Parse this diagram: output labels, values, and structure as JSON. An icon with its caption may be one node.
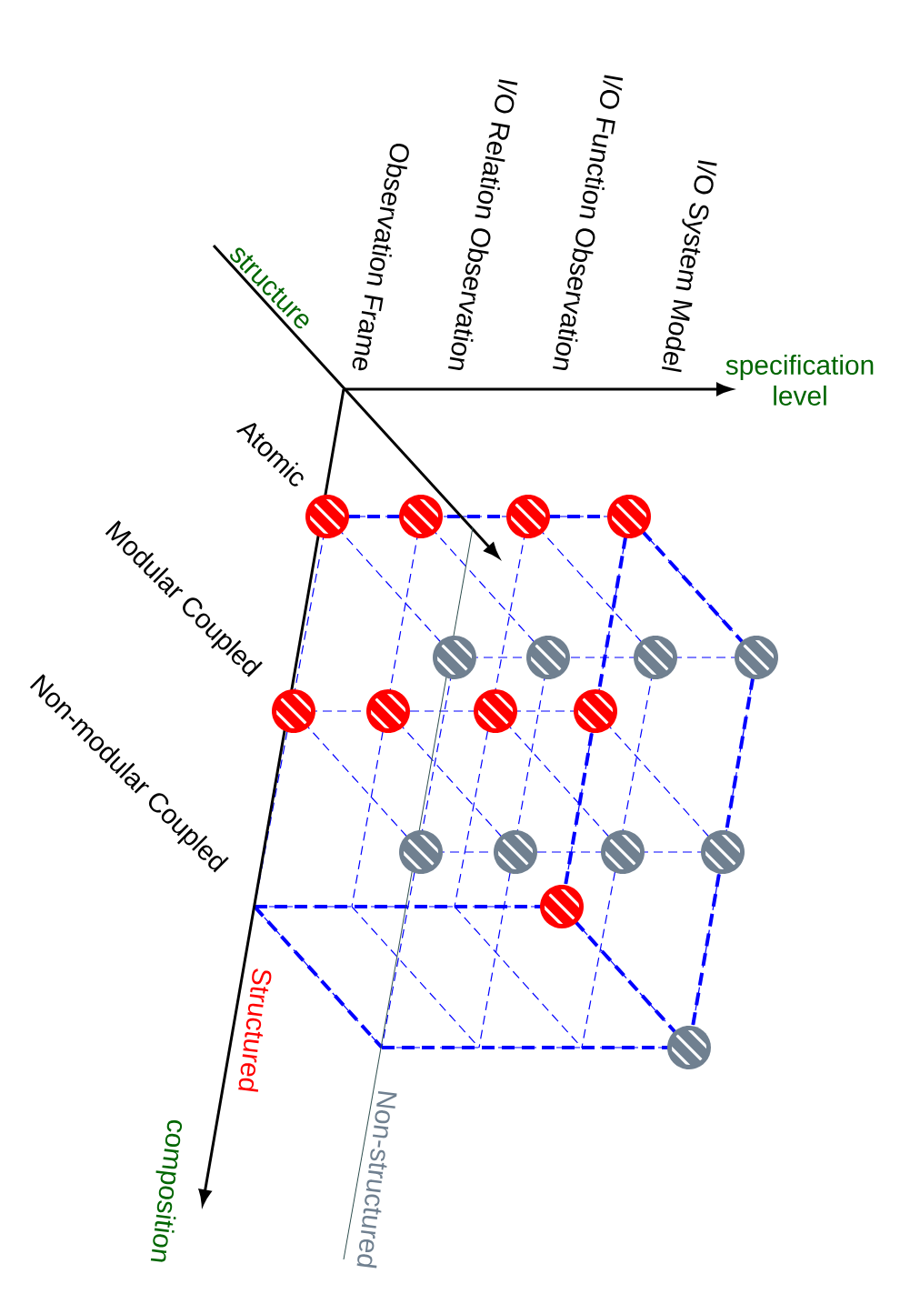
{
  "diagram": {
    "labels": [
      "Observation Frame",
      "I/O Relation Observation",
      "I/O Function Observation",
      "I/O System Model",
      "structure",
      "specification level",
      "Atomic",
      "Modular Coupled",
      "Non-modular Coupled",
      "Structured",
      "composition",
      "Non-structured"
    ]
  }
}
